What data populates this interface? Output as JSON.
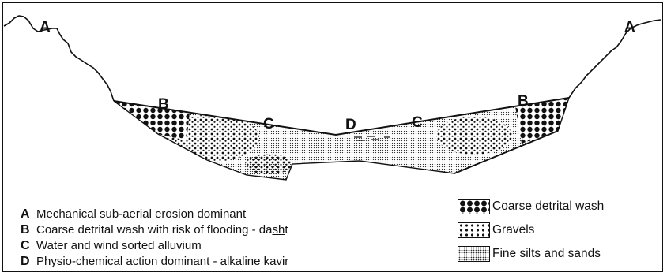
{
  "zone_labels": {
    "a_left": "A",
    "a_right": "A",
    "b_left": "B",
    "b_right": "B",
    "c_left": "C",
    "c_right": "C",
    "d": "D"
  },
  "legend_zones": [
    {
      "key": "A",
      "text": "Mechanical sub-aerial erosion dominant"
    },
    {
      "key": "B",
      "text_before": "Coarse detrital wash with risk of flooding - da",
      "text_underlined": "sh",
      "text_after": "t"
    },
    {
      "key": "C",
      "text": "Water and wind sorted alluvium"
    },
    {
      "key": "D",
      "text": "Physio-chemical action dominant - alkaline kavir"
    }
  ],
  "legend_materials": [
    {
      "pattern": "coarse",
      "label": "Coarse detrital wash"
    },
    {
      "pattern": "gravel",
      "label": "Gravels"
    },
    {
      "pattern": "fine",
      "label": "Fine silts and sands"
    }
  ]
}
